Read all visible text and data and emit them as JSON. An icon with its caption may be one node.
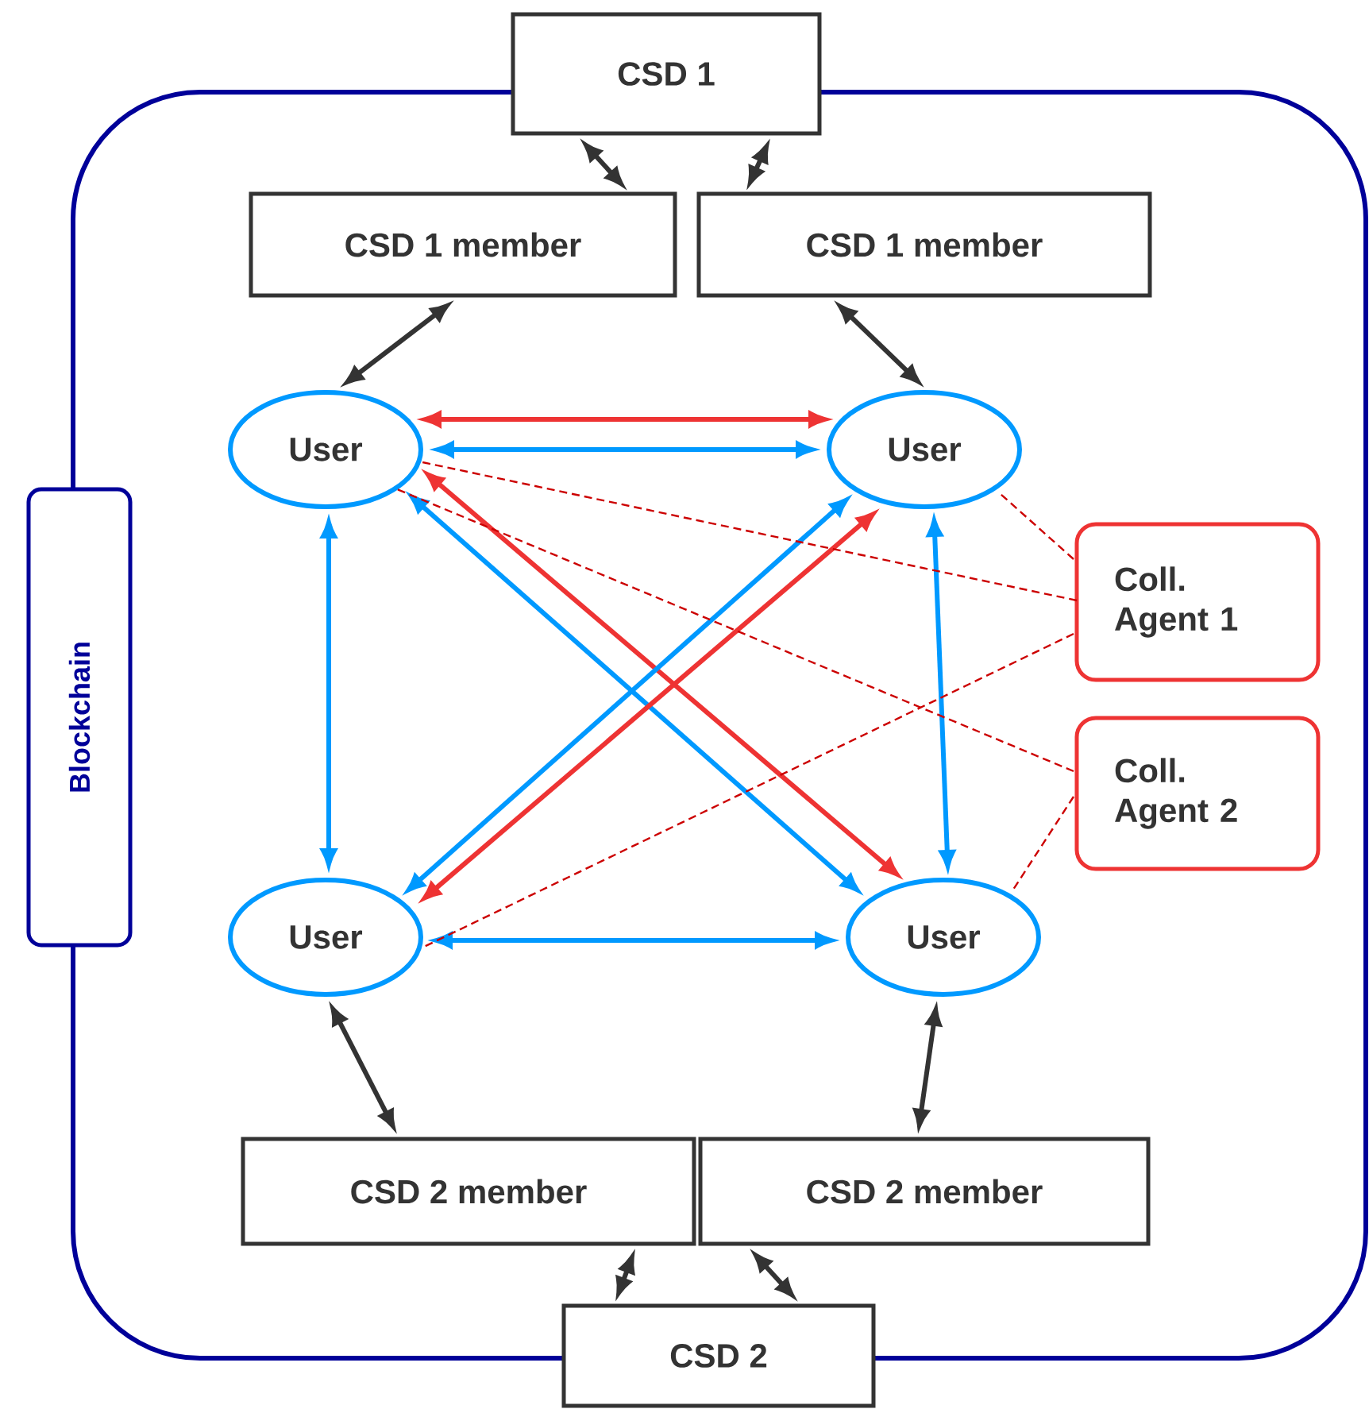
{
  "diagram": {
    "nodes": [
      {
        "text": [
          "Blockchain"
        ]
      },
      {
        "text": [
          "CSD 1"
        ]
      },
      {
        "text": [
          "CSD 1 member"
        ]
      },
      {
        "text": [
          "CSD 1 member"
        ]
      },
      {
        "text": [
          "User"
        ]
      },
      {
        "text": [
          "User"
        ]
      },
      {
        "text": [
          "Coll. Agent 1"
        ]
      },
      {
        "text": [
          "Coll. Agent 2"
        ]
      },
      {
        "text": [
          "User"
        ]
      },
      {
        "text": [
          "User"
        ]
      },
      {
        "text": [
          "CSD 2 member"
        ]
      },
      {
        "text": [
          "CSD 2 member"
        ]
      },
      {
        "text": [
          "CSD 2"
        ]
      }
    ],
    "edges": [
      {
        "from": 1,
        "to": 2,
        "arrow": "both"
      },
      {
        "from": 1,
        "to": 3,
        "arrow": "both"
      },
      {
        "from": 2,
        "to": 4,
        "arrow": "both"
      },
      {
        "from": 3,
        "to": 5,
        "arrow": "both"
      },
      {
        "from": 4,
        "to": 5,
        "arrow": "both",
        "color": "#ee3333"
      },
      {
        "from": 4,
        "to": 5,
        "arrow": "both",
        "color": "#0099ff"
      },
      {
        "from": 4,
        "to": 8,
        "arrow": "both",
        "color": "#0099ff"
      },
      {
        "from": 4,
        "to": 9,
        "arrow": "both",
        "color": "#0099ff"
      },
      {
        "from": 4,
        "to": 9,
        "arrow": "both",
        "color": "#ee3333"
      },
      {
        "from": 5,
        "to": 8,
        "arrow": "both",
        "color": "#0099ff"
      },
      {
        "from": 5,
        "to": 8,
        "arrow": "both",
        "color": "#ee3333"
      },
      {
        "from": 5,
        "to": 9,
        "arrow": "both",
        "color": "#0099ff"
      },
      {
        "from": 8,
        "to": 9,
        "arrow": "both",
        "color": "#0099ff"
      },
      {
        "from": 8,
        "to": 10,
        "arrow": "both"
      },
      {
        "from": 9,
        "to": 11,
        "arrow": "both"
      },
      {
        "from": 10,
        "to": 12,
        "arrow": "both"
      },
      {
        "from": 11,
        "to": 12,
        "arrow": "both"
      },
      {
        "from": 6,
        "to": 4,
        "arrow": "none",
        "style": "dashed",
        "color": "#cc0000"
      },
      {
        "from": 6,
        "to": 5,
        "arrow": "none",
        "style": "dashed",
        "color": "#cc0000"
      },
      {
        "from": 6,
        "to": 8,
        "arrow": "none",
        "style": "dashed",
        "color": "#cc0000"
      },
      {
        "from": 7,
        "to": 4,
        "arrow": "none",
        "style": "dashed",
        "color": "#cc0000"
      },
      {
        "from": 7,
        "to": 9,
        "arrow": "none",
        "style": "dashed",
        "color": "#cc0000"
      }
    ]
  }
}
